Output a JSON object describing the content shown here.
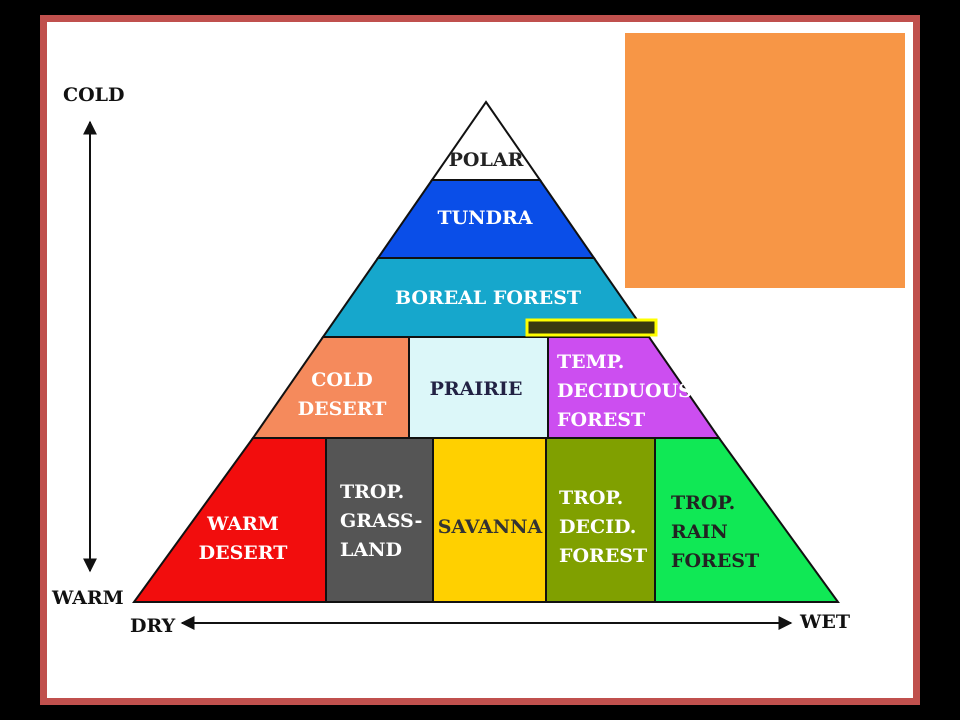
{
  "axes": {
    "cold": "COLD",
    "warm": "WARM",
    "dry": "DRY",
    "wet": "WET"
  },
  "biomes": {
    "polar": [
      "POLAR"
    ],
    "tundra": [
      "TUNDRA"
    ],
    "boreal_forest": [
      "BOREAL FOREST"
    ],
    "cold_desert": [
      "COLD",
      "DESERT"
    ],
    "prairie": [
      "PRAIRIE"
    ],
    "temp_deciduous_forest": [
      "TEMP.",
      "DECIDUOUS",
      "FOREST"
    ],
    "warm_desert": [
      "WARM",
      "DESERT"
    ],
    "trop_grassland": [
      "TROP.",
      "GRASS-",
      "LAND"
    ],
    "savanna": [
      "SAVANNA"
    ],
    "trop_decid_forest": [
      "TROP.",
      "DECID.",
      "FOREST"
    ],
    "trop_rain_forest": [
      "TROP.",
      "RAIN",
      "FOREST"
    ]
  },
  "colors": {
    "frame": "#c0504d",
    "polar": "#ffffff",
    "tundra": "#0a4ee8",
    "boreal_forest": "#16a7cc",
    "cold_desert": "#f58a5c",
    "prairie": "#dcf7f9",
    "temp_deciduous_forest": "#cc4ef0",
    "warm_desert": "#f20d0d",
    "trop_grassland": "#555555",
    "savanna": "#ffd000",
    "trop_decid_forest": "#80a000",
    "trop_rain_forest": "#10e855",
    "overlay_box": "#f79646",
    "marker_fill": "#3a3a10",
    "marker_border": "#ffff00"
  }
}
